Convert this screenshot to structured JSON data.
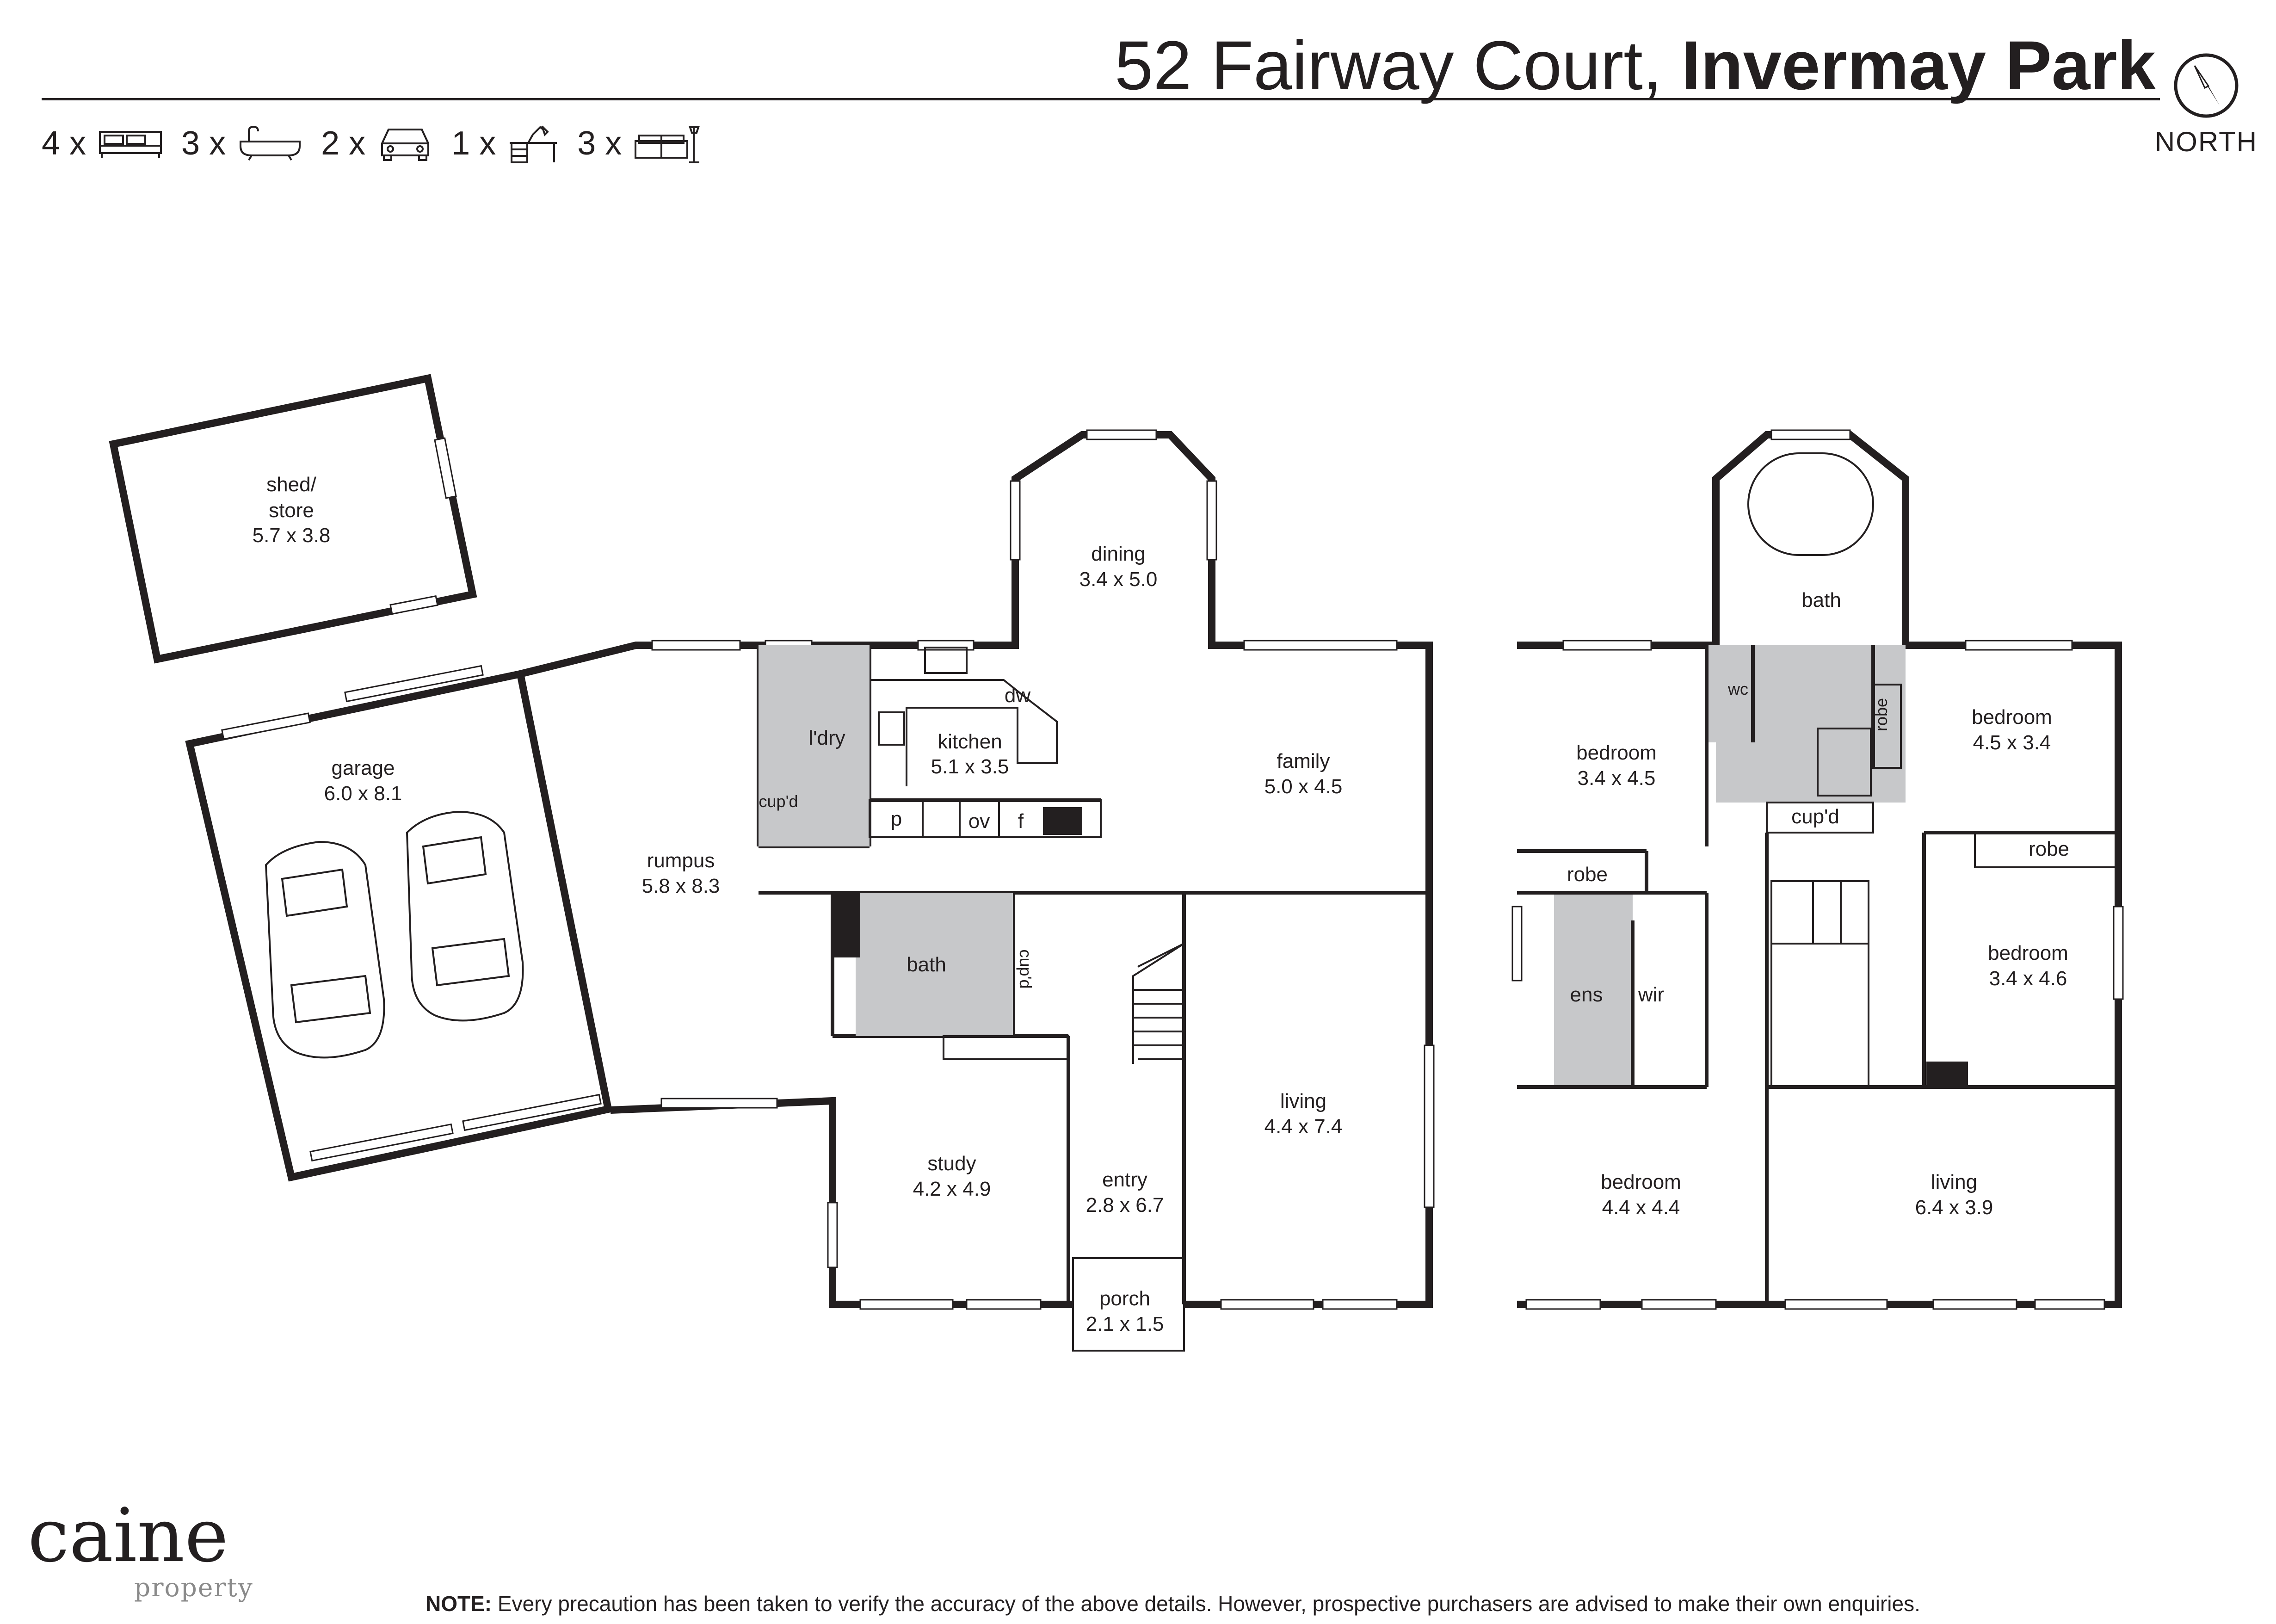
{
  "header": {
    "address_street": "52 Fairway Court,",
    "address_suburb": "Invermay Park"
  },
  "features": [
    {
      "count": "4 x",
      "icon": "bed-icon"
    },
    {
      "count": "3 x",
      "icon": "bath-icon"
    },
    {
      "count": "2 x",
      "icon": "car-icon"
    },
    {
      "count": "1 x",
      "icon": "desk-icon"
    },
    {
      "count": "3 x",
      "icon": "sofa-icon"
    }
  ],
  "compass": {
    "label": "NORTH",
    "icon": "compass-icon"
  },
  "ground_floor": {
    "shed": {
      "name_line1": "shed/",
      "name_line2": "store",
      "size": "5.7 x 3.8"
    },
    "garage": {
      "name": "garage",
      "size": "6.0 x 8.1"
    },
    "rumpus": {
      "name": "rumpus",
      "size": "5.8 x 8.3"
    },
    "laundry": {
      "name": "l'dry",
      "cupboard": "cup'd"
    },
    "kitchen": {
      "name": "kitchen",
      "size": "5.1 x 3.5",
      "dw": "dw",
      "p": "p",
      "ov": "ov",
      "f": "f"
    },
    "dining": {
      "name": "dining",
      "size": "3.4 x 5.0"
    },
    "family": {
      "name": "family",
      "size": "5.0 x 4.5"
    },
    "bath": {
      "name": "bath",
      "cupboard": "cup'd"
    },
    "study": {
      "name": "study",
      "size": "4.2 x 4.9"
    },
    "entry": {
      "name": "entry",
      "size": "2.8 x 6.7"
    },
    "porch": {
      "name": "porch",
      "size": "2.1 x 1.5"
    },
    "living": {
      "name": "living",
      "size": "4.4 x 7.4"
    }
  },
  "first_floor": {
    "bath": {
      "name": "bath"
    },
    "wc": {
      "name": "wc"
    },
    "cupboard": {
      "name": "cup'd"
    },
    "bedroom1": {
      "name": "bedroom",
      "size": "3.4 x 4.5",
      "robe": "robe"
    },
    "bedroom2": {
      "name": "bedroom",
      "size": "4.5 x 3.4",
      "robe": "robe"
    },
    "bedroom3": {
      "name": "bedroom",
      "size": "3.4 x 4.6",
      "robe": "robe"
    },
    "bedroom4": {
      "name": "bedroom",
      "size": "4.4 x 4.4"
    },
    "ensuite": {
      "name": "ens"
    },
    "wir": {
      "name": "wir"
    },
    "living": {
      "name": "living",
      "size": "6.4 x 3.9"
    }
  },
  "branding": {
    "logo_main": "caine",
    "logo_sub": "property"
  },
  "note": {
    "label": "NOTE:",
    "text": " Every precaution has been taken to verify the accuracy of the above details. However, prospective purchasers are advised to make their own enquiries."
  }
}
